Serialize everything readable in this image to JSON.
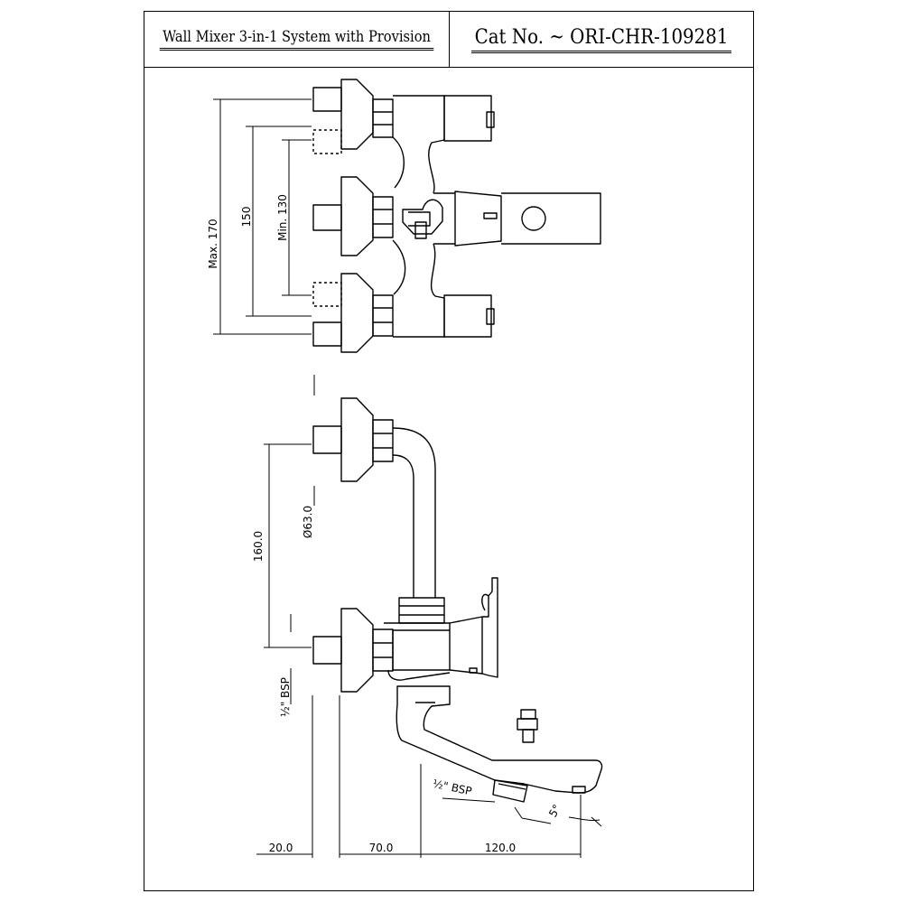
{
  "header": {
    "product_title": "Wall Mixer 3-in-1 System with Provision",
    "catalog_number": "Cat No. ~ ORI-CHR-109281"
  },
  "dimensions": {
    "max_label": "Max. 170",
    "center_label": "150",
    "min_label": "Min. 130",
    "vertical_span": "160.0",
    "flange_diameter": "Ø63.0",
    "inlet_thread": "½\" BSP",
    "outlet_thread": "½\" BSP",
    "spout_angle": "5°",
    "wall_offset": "20.0",
    "body_depth": "70.0",
    "spout_reach": "120.0"
  }
}
